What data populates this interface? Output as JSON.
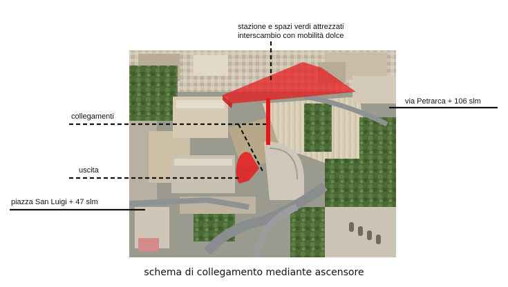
{
  "labels": {
    "station_line1": "stazione e spazi verdi attrezzati",
    "station_line2": "interscambio con mobilità dolce",
    "via_petrarca": "via Petrarca + 106 slm",
    "collegamenti": "collegamenti",
    "uscita": "uscita",
    "piazza": "piazza San Luigi + 47 slm"
  },
  "caption": "schema di collegamento mediante ascensore",
  "colors": {
    "highlight_red": "#e8161b",
    "leader_line": "#111111",
    "vegetation": "#4f6e3a",
    "building": "#c9bfae",
    "road": "#8a8d90"
  },
  "icons": {
    "photo": "aerial-photo-icon"
  }
}
